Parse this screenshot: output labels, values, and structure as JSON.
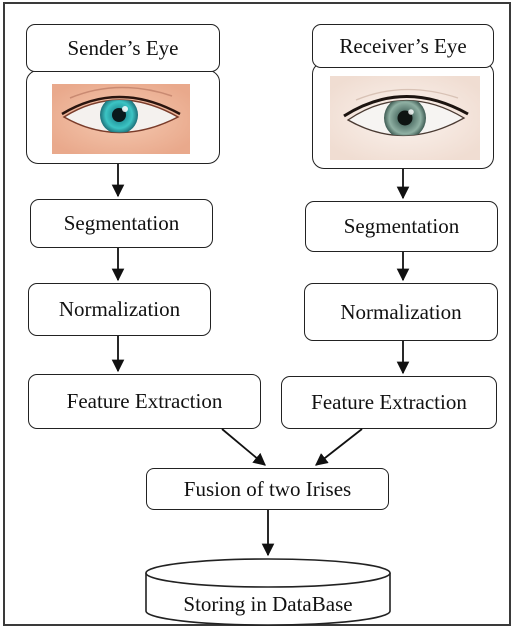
{
  "left": {
    "title": "Sender’s Eye",
    "image": "eye-photo-blue-green-iris",
    "steps": [
      "Segmentation",
      "Normalization",
      "Feature Extraction"
    ]
  },
  "right": {
    "title": "Receiver’s Eye",
    "image": "eye-photo-green-grey-iris",
    "steps": [
      "Segmentation",
      "Normalization",
      "Feature Extraction"
    ]
  },
  "fusion": "Fusion of two Irises",
  "storage": "Storing in DataBase",
  "colors": {
    "stroke": "#222222",
    "sender_iris": "#2fb2b4",
    "receiver_iris": "#6f8f86"
  }
}
